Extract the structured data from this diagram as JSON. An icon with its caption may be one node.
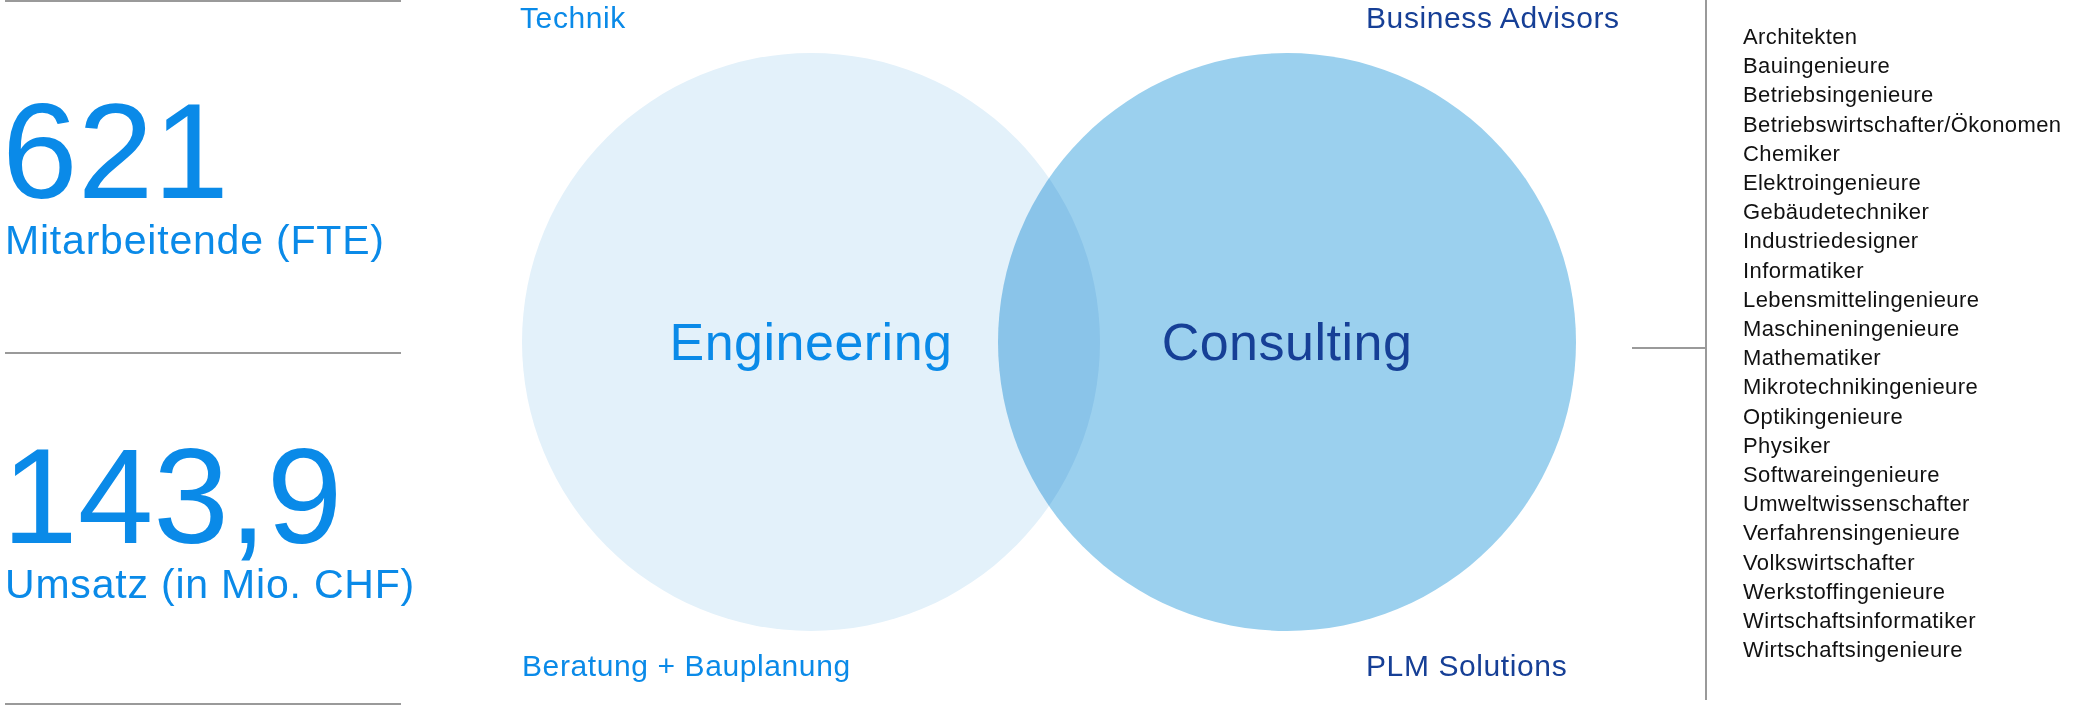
{
  "diagram": {
    "nodes": [
      {
        "text": [
          "Engineering"
        ],
        "beside": [
          "Technik",
          "Beratung + Bauplanung"
        ]
      },
      {
        "text": [
          "Consulting"
        ],
        "beside": [
          "Business Advisors",
          "PLM Solutions"
        ]
      }
    ],
    "labels": [
      "621",
      "Mitarbeitende (FTE)",
      "143,9",
      "Umsatz (in Mio. CHF)",
      "Architekten",
      "Bauingenieure",
      "Betriebsingenieure",
      "Betriebswirtschafter/Ökonomen",
      "Chemiker",
      "Elektroingenieure",
      "Gebäudetechniker",
      "Industriedesigner",
      "Informatiker",
      "Lebensmittelingenieure",
      "Maschineningenieure",
      "Mathematiker",
      "Mikrotechnikingenieure",
      "Optikingenieure",
      "Physiker",
      "Softwareingenieure",
      "Umweltwissenschafter",
      "Verfahrensingenieure",
      "Volkswirtschafter",
      "Werkstoffingenieure",
      "Wirtschaftsinformatiker",
      "Wirtschaftsingenieure"
    ]
  }
}
